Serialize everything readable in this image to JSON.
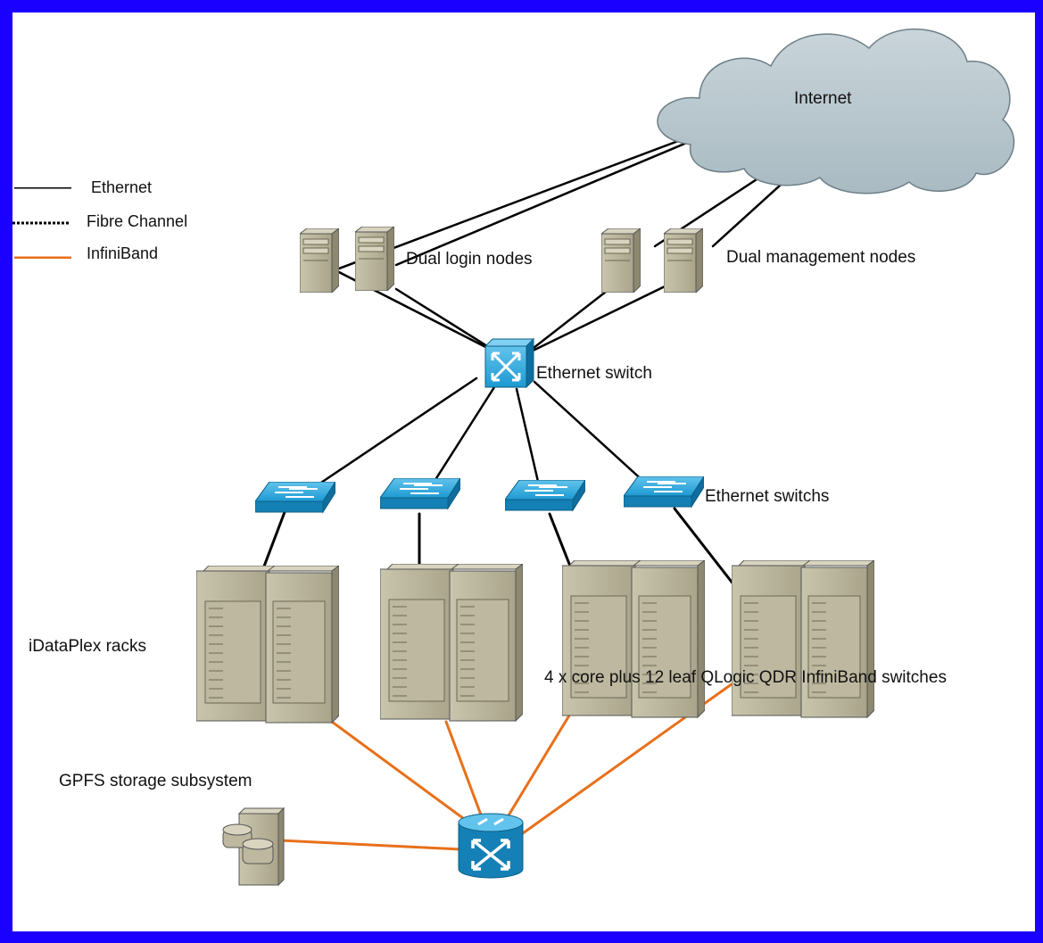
{
  "legend": {
    "ethernet": "Ethernet",
    "fibre_channel": "Fibre Channel",
    "infiniband": "InfiniBand"
  },
  "labels": {
    "internet": "Internet",
    "dual_login_nodes": "Dual login nodes",
    "dual_management_nodes": "Dual management nodes",
    "ethernet_switch": "Ethernet switch",
    "ethernet_switchs": "Ethernet switchs",
    "idataplex_racks": "iDataPlex racks",
    "infiniband_switches": "4 x core plus 12 leaf QLogic QDR InfiniBand switches",
    "gpfs_storage": "GPFS storage subsystem"
  },
  "colors": {
    "border": "#1a00ff",
    "ethernet": "#000000",
    "infiniband": "#e8701a",
    "cloud": "#b7c6cd",
    "switch": "#1aa0d8",
    "server": "#b7b29a"
  }
}
